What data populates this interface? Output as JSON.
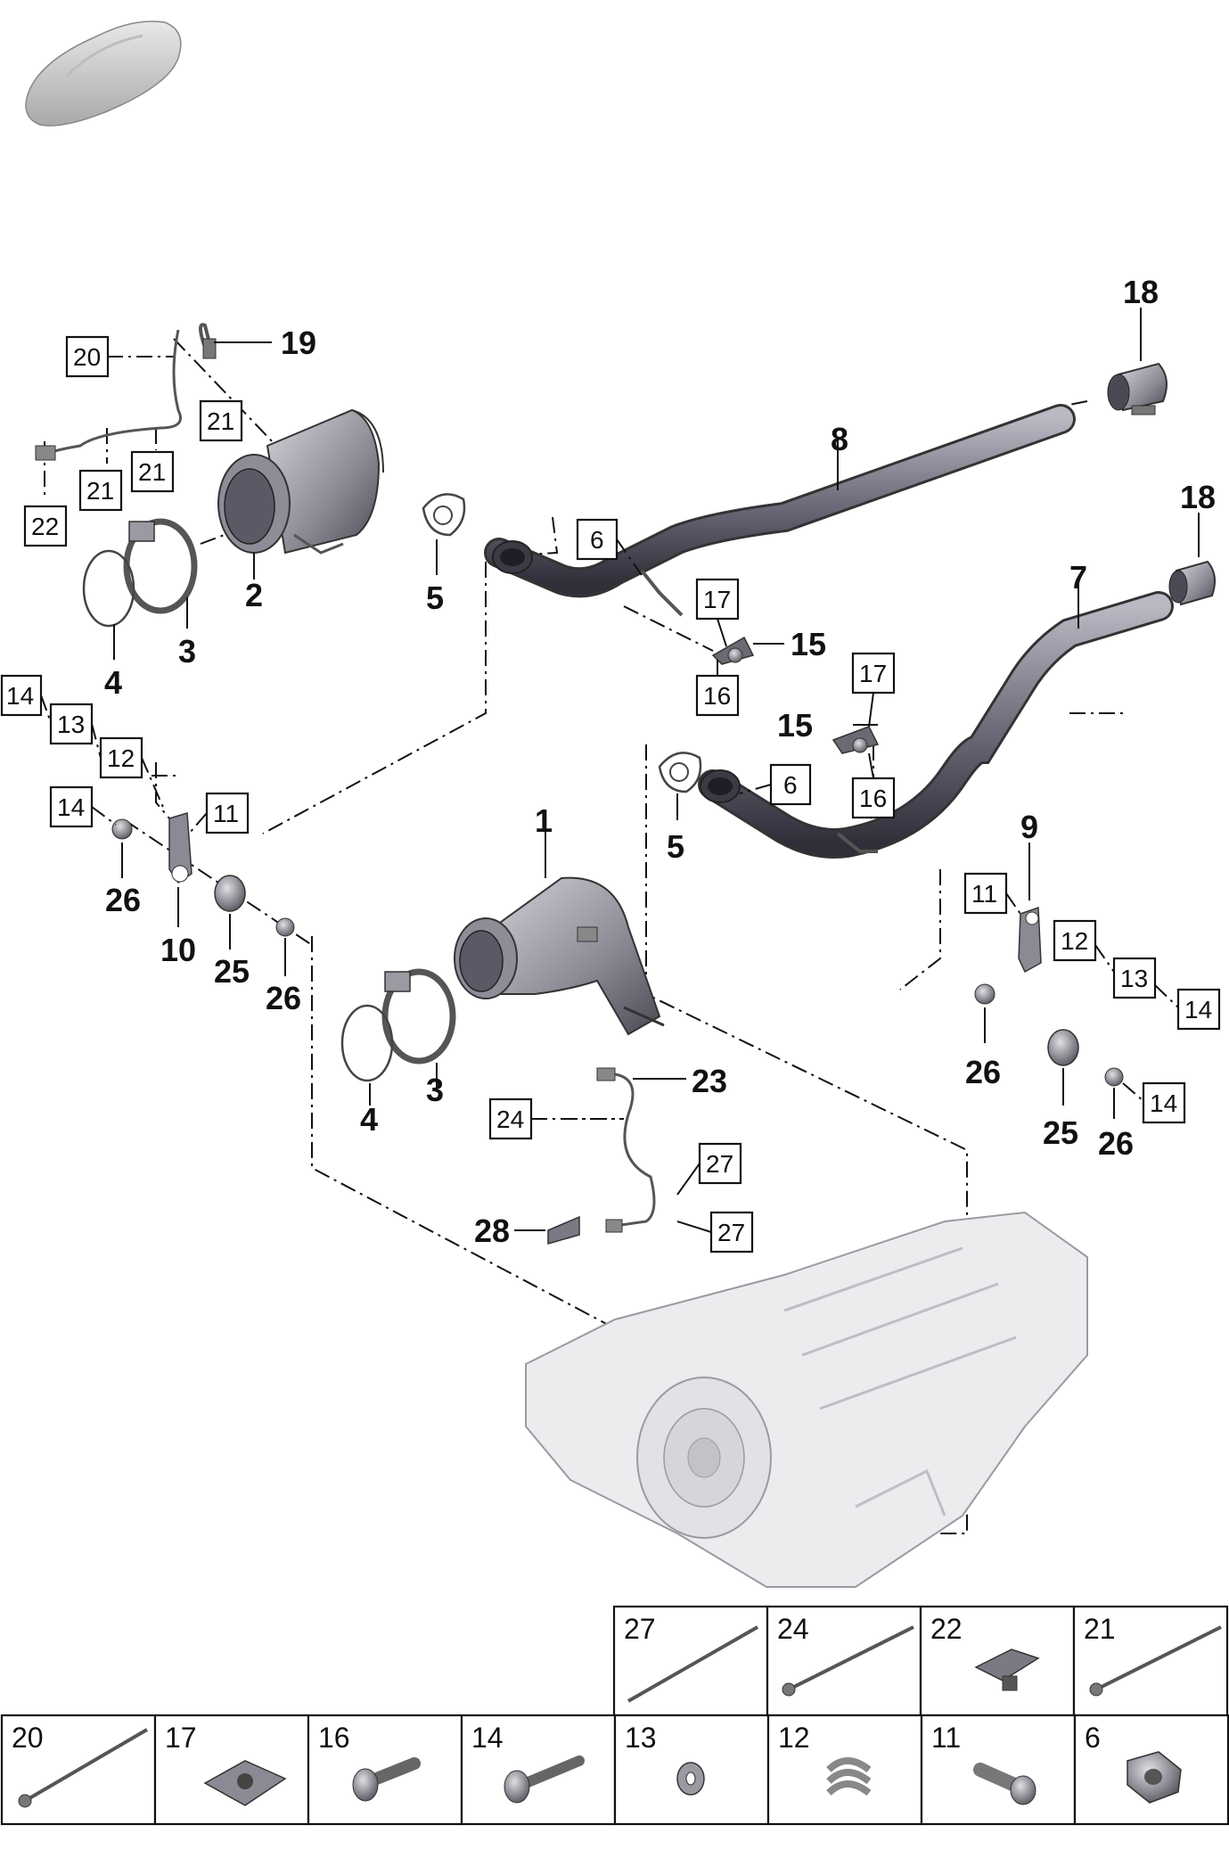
{
  "labels": {
    "l1": "1",
    "l2": "2",
    "l3a": "3",
    "l3b": "3",
    "l4a": "4",
    "l4b": "4",
    "l5a": "5",
    "l5b": "5",
    "l7": "7",
    "l8": "8",
    "l9": "9",
    "l10": "10",
    "l15a": "15",
    "l15b": "15",
    "l18a": "18",
    "l18b": "18",
    "l19": "19",
    "l23": "23",
    "l25a": "25",
    "l25b": "25",
    "l26a": "26",
    "l26b": "26",
    "l26c": "26",
    "l26d": "26",
    "l28": "28"
  },
  "boxes": {
    "b20": "20",
    "b21a": "21",
    "b21b": "21",
    "b21c": "21",
    "b22": "22",
    "b6a": "6",
    "b6b": "6",
    "b17a": "17",
    "b17b": "17",
    "b16a": "16",
    "b16b": "16",
    "b14a": "14",
    "b13a": "13",
    "b12a": "12",
    "b14b": "14",
    "b11a": "11",
    "b11b": "11",
    "b12b": "12",
    "b13b": "13",
    "b14c": "14",
    "b14d": "14",
    "b24": "24",
    "b27a": "27",
    "b27b": "27"
  },
  "legend": {
    "row1": [
      "27",
      "24",
      "22",
      "21"
    ],
    "row2": [
      "20",
      "17",
      "16",
      "14",
      "13",
      "12",
      "11",
      "6"
    ]
  }
}
